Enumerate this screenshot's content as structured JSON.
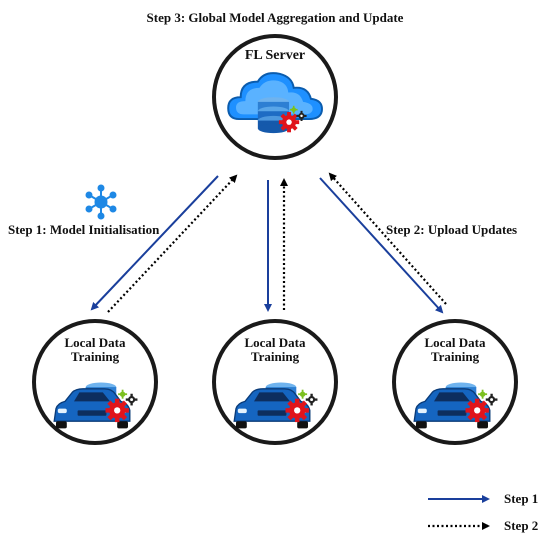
{
  "title": "Step 3: Global Model Aggregation and Update",
  "server": {
    "label": "FL Server",
    "icon": "cloud-database-gear-icon"
  },
  "clients": [
    {
      "label": "Local Data Training",
      "icon": "car-database-gear-icon"
    },
    {
      "label": "Local Data Training",
      "icon": "car-database-gear-icon"
    },
    {
      "label": "Local Data Training",
      "icon": "car-database-gear-icon"
    }
  ],
  "steps": {
    "step1": "Step 1: Model Initialisation",
    "step2": "Step 2: Upload Updates"
  },
  "legend": [
    {
      "label": "Step 1",
      "style": "solid",
      "color": "#1a3f9c"
    },
    {
      "label": "Step 2",
      "style": "dotted",
      "color": "#000000"
    }
  ],
  "colors": {
    "arrow_blue": "#1a3f9c",
    "cloud_blue": "#1e90ff",
    "gear_red": "#e0141b",
    "car_blue": "#1565c0"
  }
}
